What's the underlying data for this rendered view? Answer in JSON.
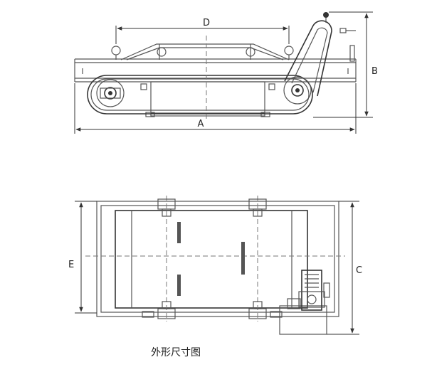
{
  "diagram": {
    "caption": "外形尺寸图",
    "side_view_labels": {
      "A": "A",
      "B": "B",
      "D": "D"
    },
    "top_view_labels": {
      "C": "C",
      "E": "E"
    }
  },
  "colors": {
    "line": "#555555",
    "dark": "#333333",
    "fill_gray": "#e6e6e6",
    "background": "#ffffff"
  }
}
